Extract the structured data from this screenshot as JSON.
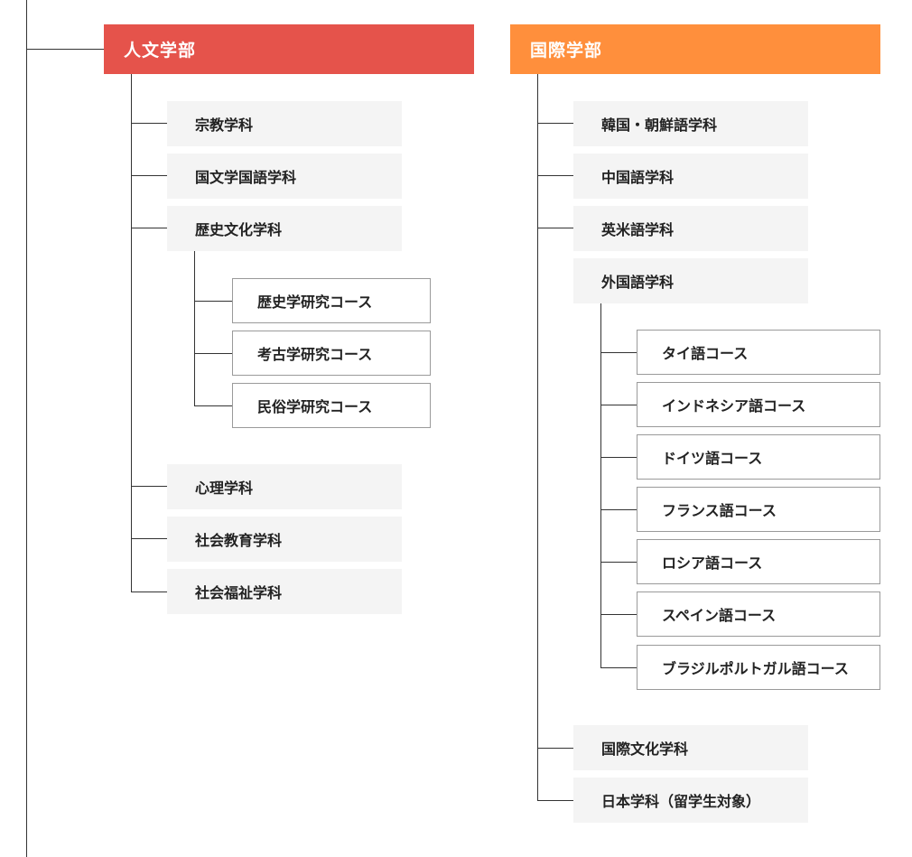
{
  "colors": {
    "humanities": "#e5534b",
    "international": "#ff8f3c",
    "line": "#333333",
    "dept_bg": "#f4f4f4"
  },
  "humanities": {
    "title": "人文学部",
    "depts": [
      "宗教学科",
      "国文学国語学科",
      "歴史文化学科",
      "心理学科",
      "社会教育学科",
      "社会福祉学科"
    ],
    "history_courses": [
      "歴史学研究コース",
      "考古学研究コース",
      "民俗学研究コース"
    ]
  },
  "international": {
    "title": "国際学部",
    "depts": [
      "韓国・朝鮮語学科",
      "中国語学科",
      "英米語学科",
      "外国語学科",
      "国際文化学科",
      "日本学科（留学生対象）"
    ],
    "foreign_courses": [
      "タイ語コース",
      "インドネシア語コース",
      "ドイツ語コース",
      "フランス語コース",
      "ロシア語コース",
      "スペイン語コース",
      "ブラジルポルトガル語コース"
    ]
  }
}
